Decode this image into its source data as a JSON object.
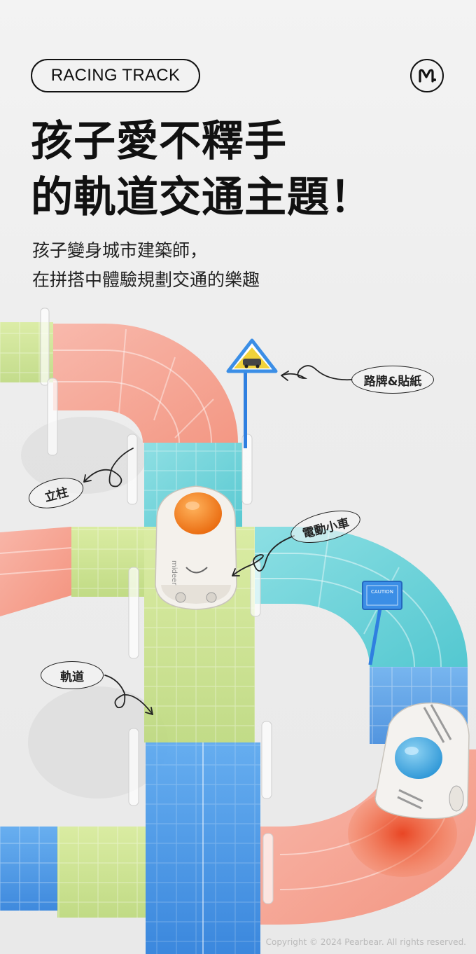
{
  "header": {
    "tag": "RACING TRACK",
    "title_line1": "孩子愛不釋手",
    "title_line2": "的軌道交通主題！",
    "subtitle_line1": "孩子變身城市建築師，",
    "subtitle_line2": "在拼搭中體驗規劃交通的樂趣"
  },
  "callouts": {
    "sign": "路牌&貼紙",
    "pillar": "立柱",
    "car": "電動小車",
    "track": "軌道"
  },
  "car": {
    "brand": "mideer"
  },
  "road_sign": {
    "text": "CAUTION"
  },
  "footer": {
    "copyright": "Copyright © 2024 Pearbear. All rights reserved."
  },
  "colors": {
    "text": "#111111",
    "track_pink": "#f7a795",
    "track_cyan": "#5ccfd6",
    "track_blue": "#3b8ee6",
    "track_green": "#c6e07e",
    "car_orange": "#f07a1c",
    "car_blue": "#43a8e0"
  }
}
